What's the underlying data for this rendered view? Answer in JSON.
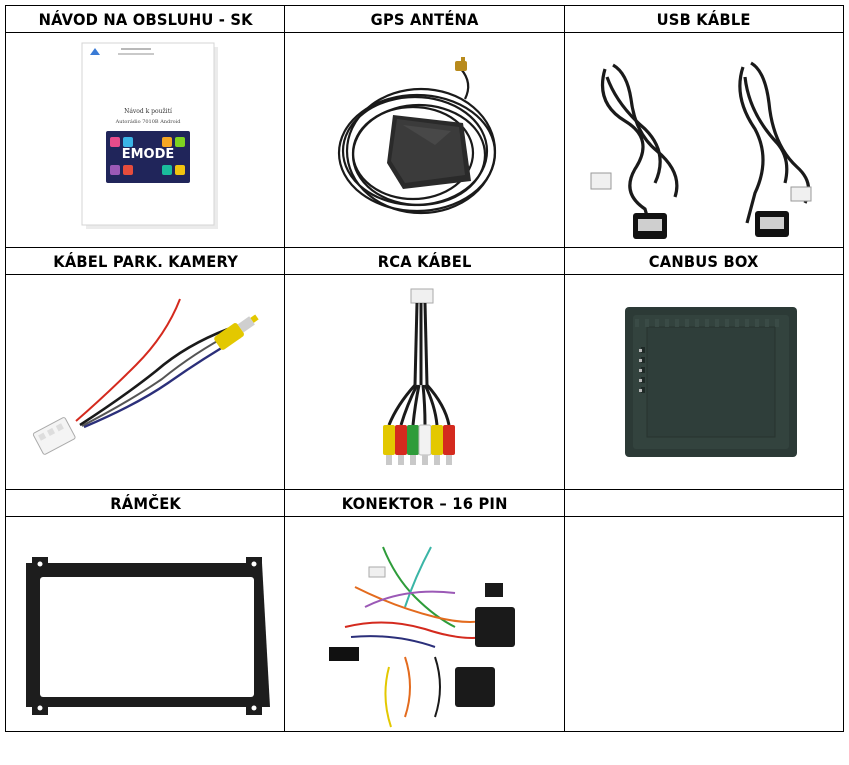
{
  "items": [
    {
      "title": "NÁVOD NA OBSLUHU - SK",
      "icon": "manual-booklet-icon",
      "manual": {
        "line1": "Návod k použití",
        "line2": "Autorádio 7010B Android",
        "logo": "EMODE"
      }
    },
    {
      "title": "GPS ANTÉNA",
      "icon": "gps-antenna-icon"
    },
    {
      "title": "USB KÁBLE",
      "icon": "usb-cable-icon"
    },
    {
      "title": "KÁBEL PARK. KAMERY",
      "icon": "camera-cable-icon"
    },
    {
      "title": "RCA KÁBEL",
      "icon": "rca-cable-icon"
    },
    {
      "title": "CANBUS BOX",
      "icon": "canbus-box-icon"
    },
    {
      "title": "RÁMČEK",
      "icon": "frame-icon"
    },
    {
      "title": "KONEKTOR – 16 PIN",
      "icon": "connector-harness-icon"
    },
    {
      "title": "",
      "icon": ""
    }
  ],
  "colors": {
    "border": "#000000",
    "cable": "#1a1a1a",
    "rca_yellow": "#e3c800",
    "rca_red": "#d42a1e",
    "rca_white": "#f2f2f2",
    "canbus": "#2c3a36"
  }
}
